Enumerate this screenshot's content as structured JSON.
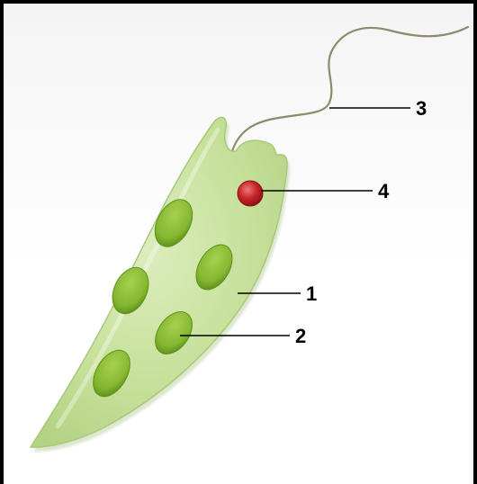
{
  "diagram": {
    "labels": [
      {
        "id": "1",
        "text": "1"
      },
      {
        "id": "2",
        "text": "2"
      },
      {
        "id": "3",
        "text": "3"
      },
      {
        "id": "4",
        "text": "4"
      }
    ],
    "colors": {
      "cell_body": "#c6e09a",
      "cell_edge": "#a9c97a",
      "chloroplast": "#84b72f",
      "chloroplast_dark": "#5e8f1c",
      "eyespot": "#c8252a",
      "eyespot_highlight": "#e86a6a",
      "flagellum": "#8f8a6a",
      "leader_line": "#000000",
      "frame": "#000000"
    }
  }
}
